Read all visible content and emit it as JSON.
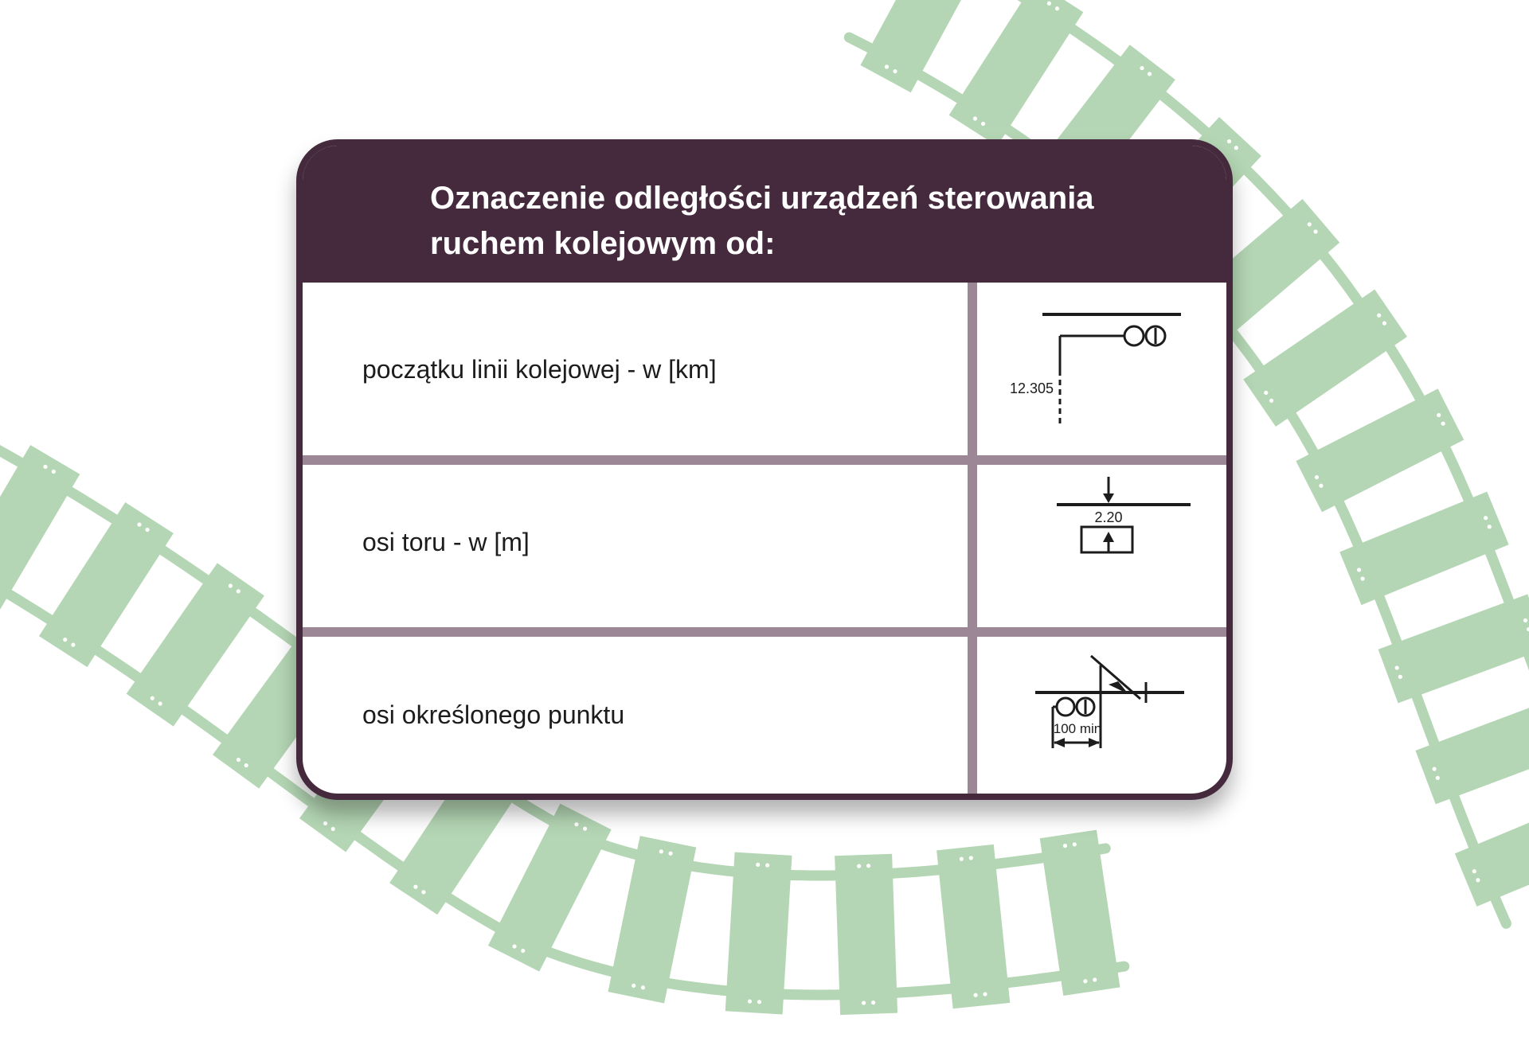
{
  "title": "Oznaczenie odległości urządzeń sterowania ruchem kolejowym od:",
  "rows": [
    {
      "label": "początku linii kolejowej - w [km]",
      "symbol_value": "12.305"
    },
    {
      "label": "osi toru - w [m]",
      "symbol_value": "2.20"
    },
    {
      "label": "osi określonego punktu",
      "symbol_value": "100 min"
    }
  ],
  "colors": {
    "header_bg": "#45293d",
    "grid": "#9b8796",
    "track": "#b4d6b4",
    "symbol_ink": "#1c1c1c"
  }
}
